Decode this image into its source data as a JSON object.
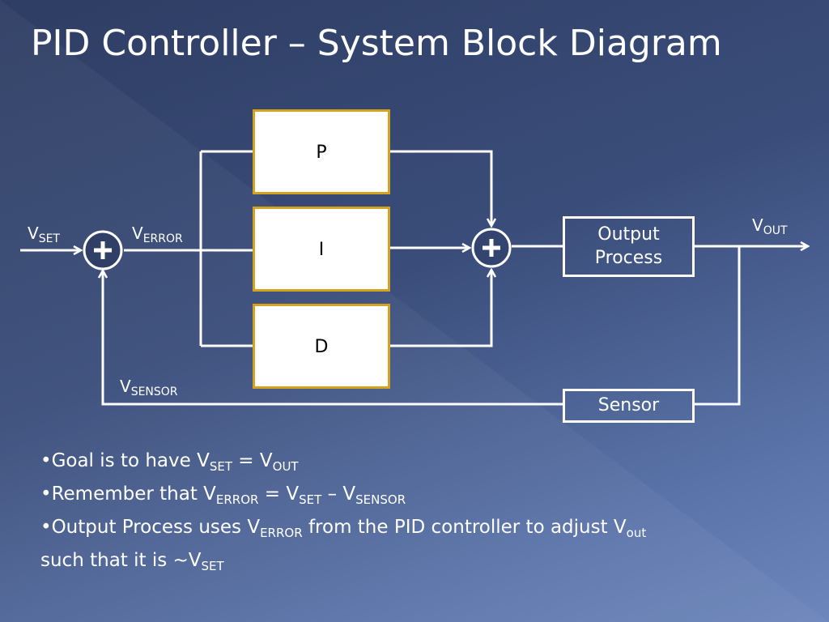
{
  "slide": {
    "title": "PID Controller – System Block Diagram"
  },
  "diagram": {
    "blocks": {
      "p": "P",
      "i": "I",
      "d": "D",
      "output_process": "Output\nProcess",
      "sensor": "Sensor"
    },
    "labels": {
      "vset_main": "V",
      "vset_sub": "SET",
      "verror_main": "V",
      "verror_sub": "ERROR",
      "vout_main": "V",
      "vout_sub": "OUT",
      "vsensor_main": "V",
      "vsensor_sub": "SENSOR"
    }
  },
  "bullets": {
    "b1_pre": "•Goal is to have V",
    "b1_sub1": "SET",
    "b1_mid": " = V",
    "b1_sub2": "OUT",
    "b2_pre": "•Remember that  V",
    "b2_sub1": "ERROR",
    "b2_mid1": " = V",
    "b2_sub2": "SET",
    "b2_mid2": " – V",
    "b2_sub3": "SENSOR",
    "b3_pre": "•Output Process uses V",
    "b3_sub1": "ERROR",
    "b3_mid": " from the PID controller to adjust V",
    "b3_sub2": "out",
    "b4_pre": "such that it is ~V",
    "b4_sub1": "SET"
  },
  "colors": {
    "block_border": "#d4a21f",
    "line": "#ffffff"
  }
}
